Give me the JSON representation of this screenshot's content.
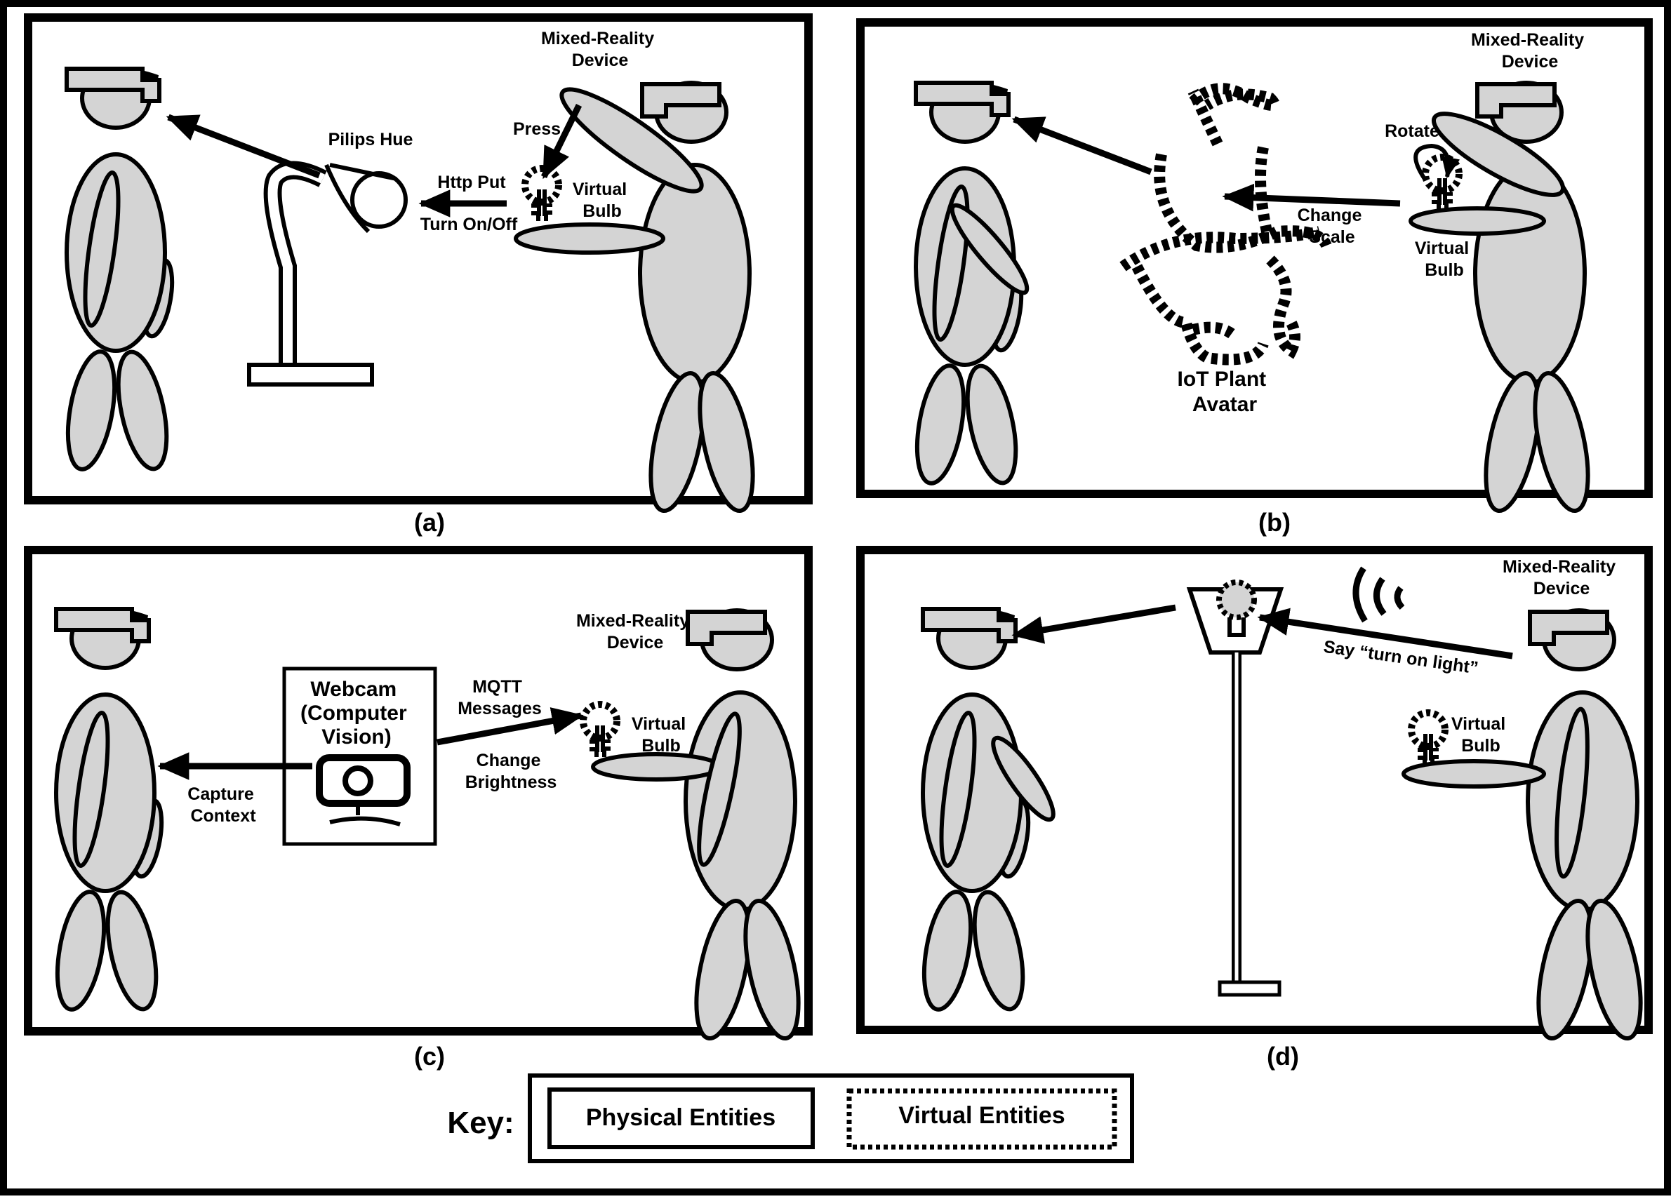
{
  "panels": {
    "a": {
      "caption": "(a)",
      "device_label": [
        "Mixed-Reality",
        "Device"
      ],
      "hue_label": "Pilips Hue",
      "press_label": "Press",
      "put_label": "Http Put",
      "turn_label": "Turn On/Off",
      "bulb_label": [
        "Virtual",
        "Bulb"
      ]
    },
    "b": {
      "caption": "(b)",
      "device_label": [
        "Mixed-Reality",
        "Device"
      ],
      "rotate_label": "Rotate",
      "scale_label": [
        "Change",
        "Scale"
      ],
      "bulb_label": [
        "Virtual",
        "Bulb"
      ],
      "avatar_label": [
        "IoT Plant",
        "Avatar"
      ]
    },
    "c": {
      "caption": "(c)",
      "device_label": [
        "Mixed-Reality",
        "Device"
      ],
      "webcam_label": [
        "Webcam",
        "(Computer",
        "Vision)"
      ],
      "mqtt_label": [
        "MQTT",
        "Messages"
      ],
      "brightness_label": [
        "Change",
        "Brightness"
      ],
      "context_label": [
        "Capture",
        "Context"
      ],
      "bulb_label": [
        "Virtual",
        "Bulb"
      ]
    },
    "d": {
      "caption": "(d)",
      "device_label": [
        "Mixed-Reality",
        "Device"
      ],
      "say_label": "Say “turn on light”",
      "bulb_label": [
        "Virtual",
        "Bulb"
      ]
    }
  },
  "key": {
    "title": "Key:",
    "physical": "Physical Entities",
    "virtual": "Virtual Entities"
  }
}
